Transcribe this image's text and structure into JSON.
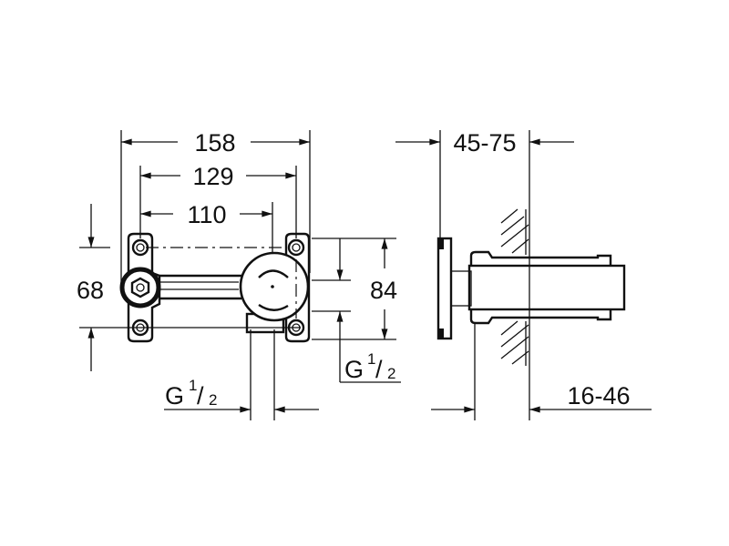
{
  "dimensions": {
    "overall_width": "158",
    "bolt_spacing": "129",
    "outlet_offset": "110",
    "bolt_height": "68",
    "total_height": "84",
    "side_depth": "45-75",
    "wall_projection": "16-46"
  },
  "thread_labels": {
    "right": {
      "letter": "G",
      "numerator": "1",
      "slash": "/",
      "denominator": "2"
    },
    "bottom": {
      "letter": "G",
      "numerator": "1",
      "slash": "/",
      "denominator": "2"
    }
  }
}
